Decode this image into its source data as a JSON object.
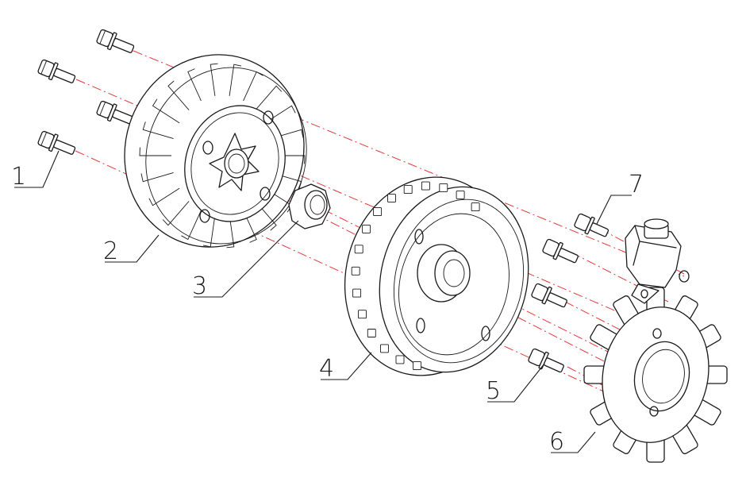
{
  "diagram": {
    "callouts": [
      {
        "id": "1",
        "label": "1"
      },
      {
        "id": "2",
        "label": "2"
      },
      {
        "id": "3",
        "label": "3"
      },
      {
        "id": "4",
        "label": "4"
      },
      {
        "id": "5",
        "label": "5"
      },
      {
        "id": "6",
        "label": "6"
      },
      {
        "id": "7",
        "label": "7"
      }
    ],
    "colors": {
      "line": "#1a1a1a",
      "axis": "#e23a3a",
      "background": "#ffffff"
    }
  }
}
